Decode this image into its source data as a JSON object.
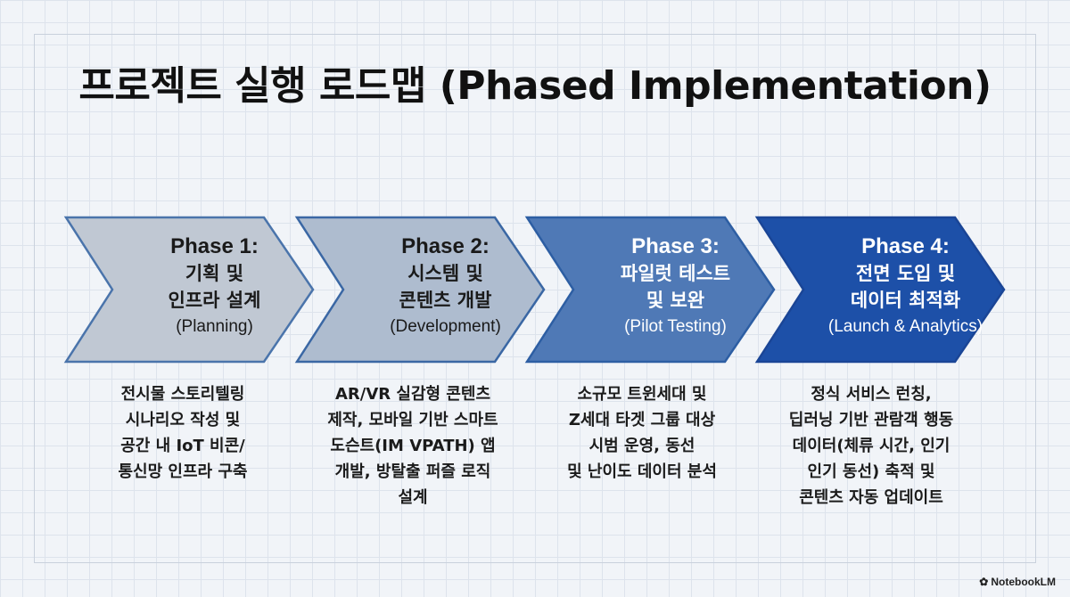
{
  "title": "프로젝트 실행 로드맵 (Phased Implementation)",
  "phases": [
    {
      "phase": "Phase 1:",
      "korean": [
        "기획 및",
        "인프라 설계"
      ],
      "english": "(Planning)",
      "fill": "#c0c8d3",
      "stroke": "#4a74ab",
      "text_color": "#1a1a1a",
      "description": [
        "전시물 스토리텔링",
        "시나리오 작성 및",
        "공간 내 IoT 비콘/",
        "통신망 인프라 구축"
      ]
    },
    {
      "phase": "Phase 2:",
      "korean": [
        "시스템 및",
        "콘텐츠 개발"
      ],
      "english": "(Development)",
      "fill": "#aebccf",
      "stroke": "#3a67a4",
      "text_color": "#1a1a1a",
      "description": [
        "AR/VR 실감형 콘텐츠",
        "제작, 모바일 기반 스마트",
        "도슨트(IM VPATH) 앱",
        "개발, 방탈출 퍼즐 로직",
        "설계"
      ]
    },
    {
      "phase": "Phase 3:",
      "korean": [
        "파일럿 테스트",
        "및 보완"
      ],
      "english": "(Pilot Testing)",
      "fill": "#4f79b6",
      "stroke": "#2d5ea3",
      "text_color": "#ffffff",
      "description": [
        "소규모 트윈세대 및",
        "Z세대 타겟 그룹 대상",
        "시범 운영, 동선",
        "및 난이도 데이터 분석"
      ]
    },
    {
      "phase": "Phase 4:",
      "korean": [
        "전면 도입 및",
        "데이터 최적화"
      ],
      "english": "(Launch & Analytics)",
      "fill": "#1d50a8",
      "stroke": "#1a4596",
      "text_color": "#ffffff",
      "description": [
        "정식 서비스 런칭,",
        "딥러닝 기반 관람객 행동",
        "데이터(체류 시간, 인기",
        "인기 동선) 축적 및",
        "콘텐츠 자동 업데이트"
      ]
    }
  ],
  "branding": {
    "label": "NotebookLM",
    "icon": "notebooklm-logo-icon"
  }
}
